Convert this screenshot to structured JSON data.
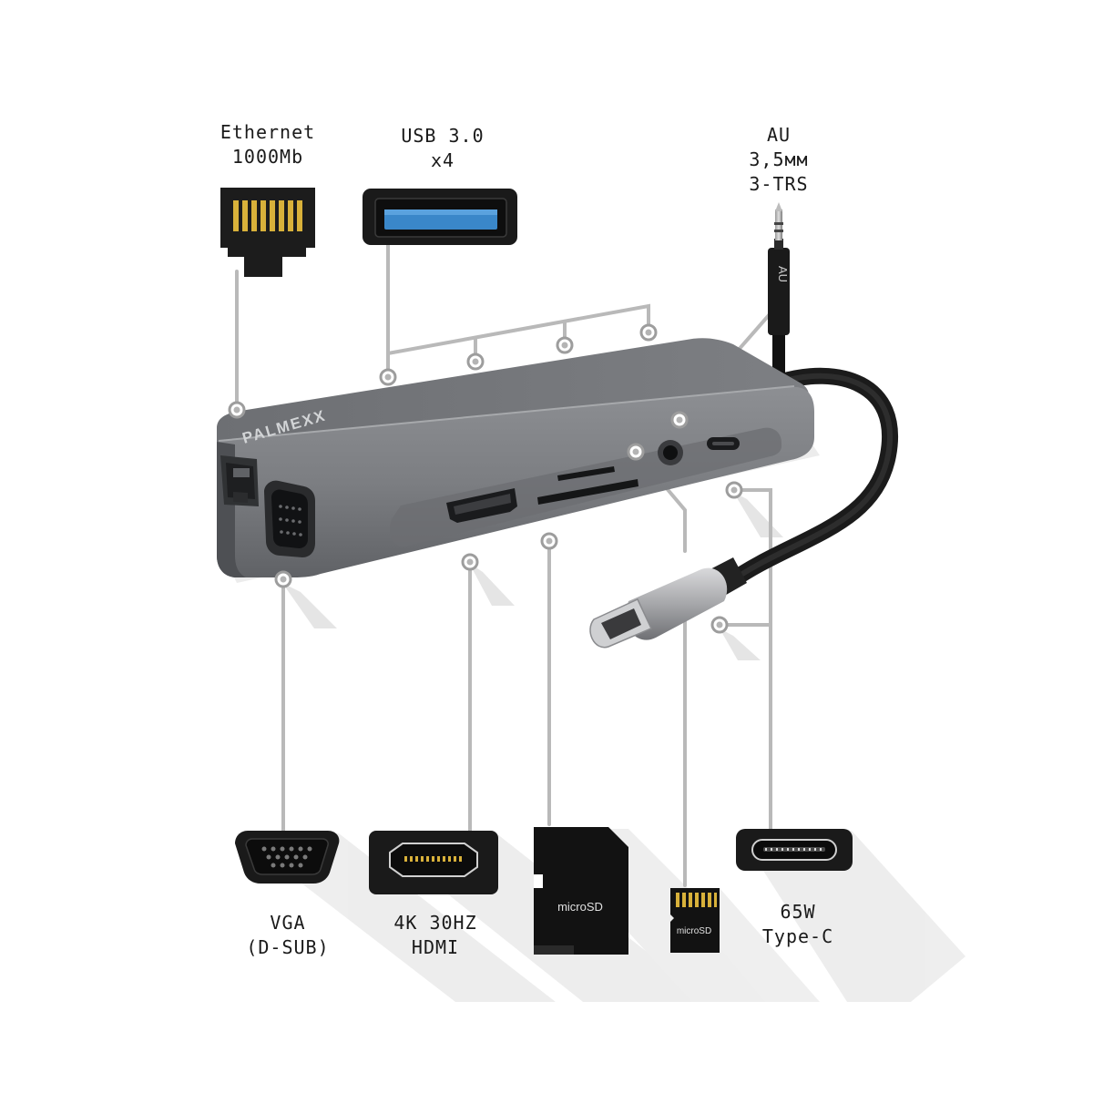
{
  "brand": "PALMEXX",
  "labels": {
    "ethernet": [
      "Ethernet",
      "1000Mb"
    ],
    "usb": [
      "USB 3.0",
      "x4"
    ],
    "audio": [
      "AU",
      "3,5мм",
      "3-TRS"
    ],
    "vga": [
      "VGA",
      "(D-SUB)"
    ],
    "hdmi": [
      "4K 30HZ",
      "HDMI"
    ],
    "typec": [
      "65W",
      "Type-C"
    ]
  },
  "jack_text": "AU",
  "sd_card_text": "microSD",
  "microsd_card_text": "microSD",
  "colors": {
    "hub_body": "#8a8c90",
    "hub_dark": "#55575b",
    "leader_line": "#b9b9b9",
    "icon_black": "#141414",
    "usb_blue": "#3a87c9",
    "contact_gold": "#d8b13a",
    "shadow": "#e6e6e6"
  }
}
